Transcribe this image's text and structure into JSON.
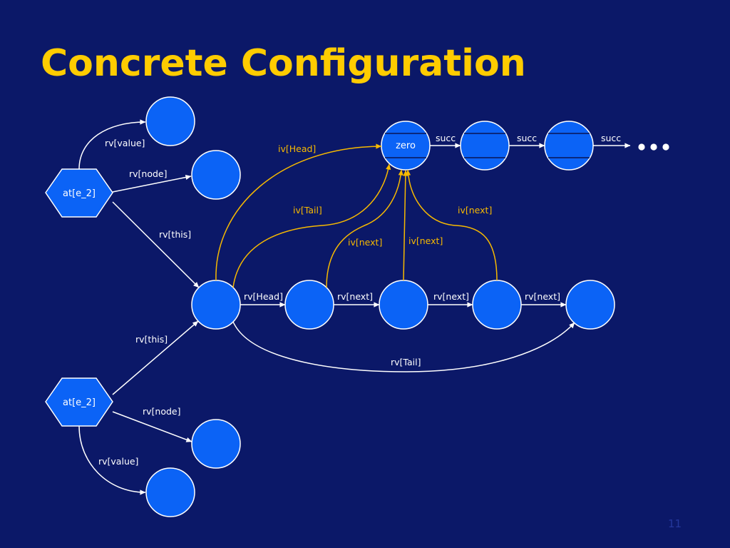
{
  "slide": {
    "title": "Concrete Configuration",
    "page_number": "11"
  },
  "colors": {
    "background": "#0b1868",
    "title": "#ffcc00",
    "node_fill": "#0b63f6",
    "node_stroke": "#ffffff",
    "node_divider": "#0a1455",
    "edge_white": "#ffffff",
    "edge_yellow": "#f7b900",
    "page_number": "#24379c"
  },
  "diagram": {
    "nodes": {
      "environment_top": {
        "label": "at[e_2]"
      },
      "environment_bottom": {
        "label": "at[e_2]"
      },
      "zero": {
        "label": "zero"
      }
    },
    "rv_edges": {
      "top_value": "rv[value]",
      "top_node": "rv[node]",
      "top_this": "rv[this]",
      "bottom_this": "rv[this]",
      "bottom_node": "rv[node]",
      "bottom_value": "rv[value]",
      "head": "rv[Head]",
      "next_1": "rv[next]",
      "next_2": "rv[next]",
      "next_3": "rv[next]",
      "tail": "rv[Tail]"
    },
    "succ_edges": [
      "succ",
      "succ",
      "succ"
    ],
    "iv_edges": {
      "head": "iv[Head]",
      "tail": "iv[Tail]",
      "next_1": "iv[next]",
      "next_2": "iv[next]",
      "next_3": "iv[next]"
    }
  }
}
